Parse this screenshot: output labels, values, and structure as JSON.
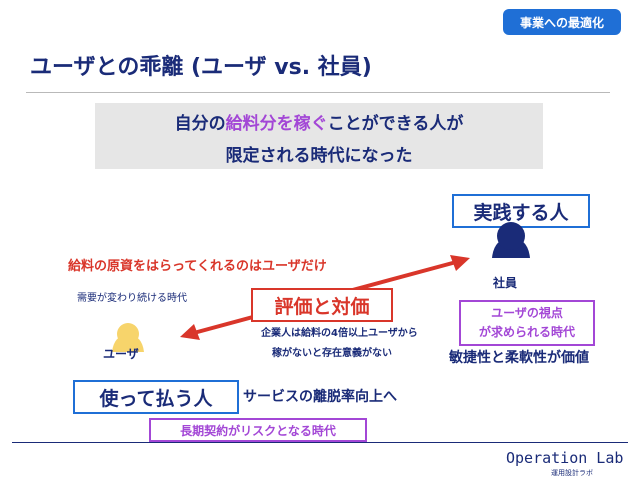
{
  "badge": "事業への最適化",
  "title": "ユーザとの乖離 (ユーザ vs. 社員)",
  "highlight": {
    "line1_a": "自分の",
    "line1_b": "給料分を稼ぐ",
    "line1_c": "ことができる人が",
    "line2": "限定される時代になった"
  },
  "employee": {
    "tag": "実践する人",
    "label": "社員",
    "view_line1": "ユーザの視点",
    "view_line2": "が求められる時代",
    "value_text": "敏捷性と柔軟性が価値"
  },
  "user": {
    "label": "ユーザ",
    "tag": "使って払う人",
    "note": "需要が変わり続ける時代",
    "long_term": "長期契約がリスクとなる時代",
    "service": "サービスの離脱率向上へ"
  },
  "relation": {
    "salary_source": "給料の原資をはらってくれるのはユーザだけ",
    "evaluation": "評価と対価",
    "note_line1": "企業人は給料の4倍以上ユーザから",
    "note_line2": "稼がないと存在意義がない"
  },
  "footer": {
    "logo": "Operation Lab",
    "logo_sub": "運用設計ラボ"
  },
  "colors": {
    "navy": "#1a2b78",
    "blue": "#1f6fd6",
    "red": "#d9362a",
    "purple": "#a347d6",
    "gold": "#f7d46b",
    "highlight_bg": "#e6e6e6"
  }
}
